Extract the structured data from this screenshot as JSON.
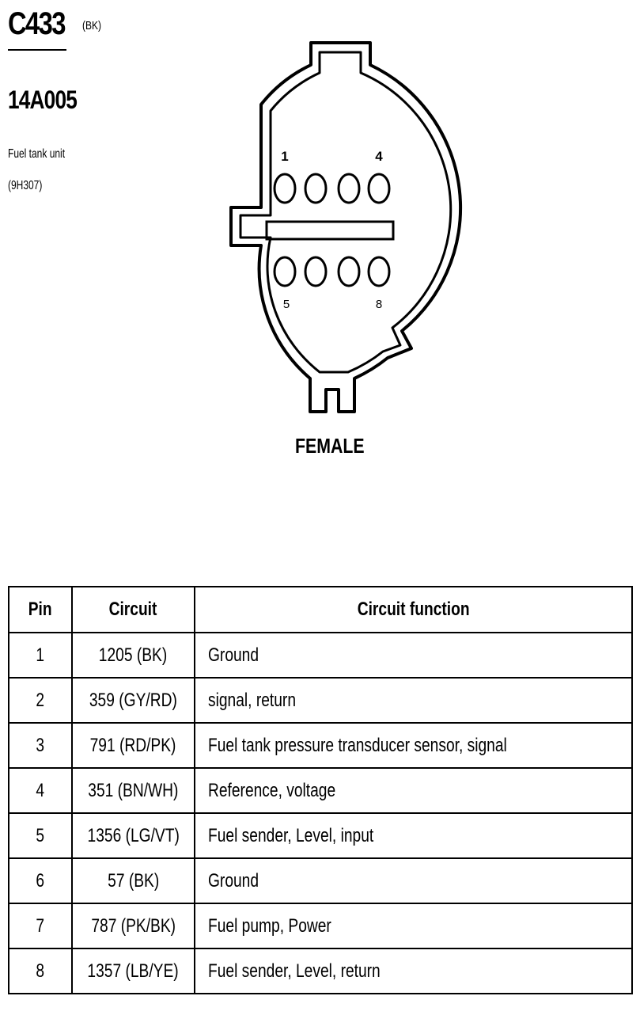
{
  "connector": {
    "id": "C433",
    "color": "(BK)",
    "part_number": "14A005",
    "description_line1": "Fuel tank unit",
    "description_line2": "(9H307)"
  },
  "diagram": {
    "pin_label_1": "1",
    "pin_label_4": "4",
    "pin_label_5": "5",
    "pin_label_8": "8",
    "gender_label": "FEMALE"
  },
  "table": {
    "headers": [
      "Pin",
      "Circuit",
      "Circuit function"
    ],
    "rows": [
      {
        "pin": "1",
        "circuit": "1205 (BK)",
        "function": "Ground"
      },
      {
        "pin": "2",
        "circuit": "359 (GY/RD)",
        "function": "signal, return"
      },
      {
        "pin": "3",
        "circuit": "791 (RD/PK)",
        "function": "Fuel tank pressure transducer sensor, signal"
      },
      {
        "pin": "4",
        "circuit": "351 (BN/WH)",
        "function": "Reference, voltage"
      },
      {
        "pin": "5",
        "circuit": "1356 (LG/VT)",
        "function": "Fuel sender, Level, input"
      },
      {
        "pin": "6",
        "circuit": "57 (BK)",
        "function": "Ground"
      },
      {
        "pin": "7",
        "circuit": "787 (PK/BK)",
        "function": "Fuel pump, Power"
      },
      {
        "pin": "8",
        "circuit": "1357 (LB/YE)",
        "function": "Fuel sender, Level, return"
      }
    ]
  }
}
